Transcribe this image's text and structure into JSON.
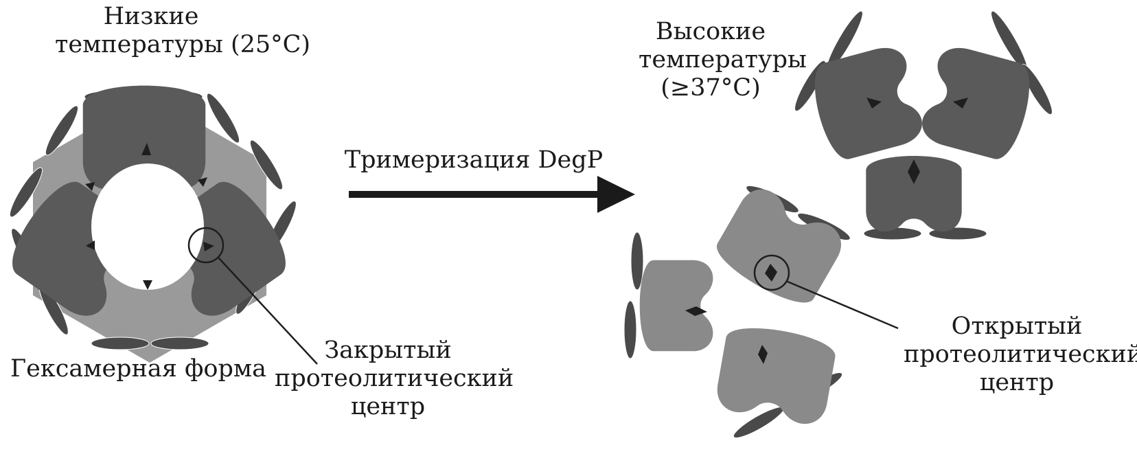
{
  "labels": {
    "low_temp": [
      "Низкие",
      "температуры (25°C)"
    ],
    "high_temp": [
      "Высокие",
      "температуры",
      "(≥37°C)"
    ],
    "arrow": "Тримеризация DegP",
    "hexamer": "Гексамерная форма",
    "closed_center": [
      "Закрытый",
      "протеолитический",
      "центр"
    ],
    "open_center": [
      "Открытый",
      "протеолитический",
      "центр"
    ]
  },
  "colors": {
    "dark_subunit": "#5a5a5a",
    "light_subunit": "#8a8a8a",
    "hexamer_backdrop": "#9a9a9a",
    "pdz_domain": "#4a4a4a",
    "active_site": "#1e1e1e",
    "text": "#1a1a1a"
  }
}
